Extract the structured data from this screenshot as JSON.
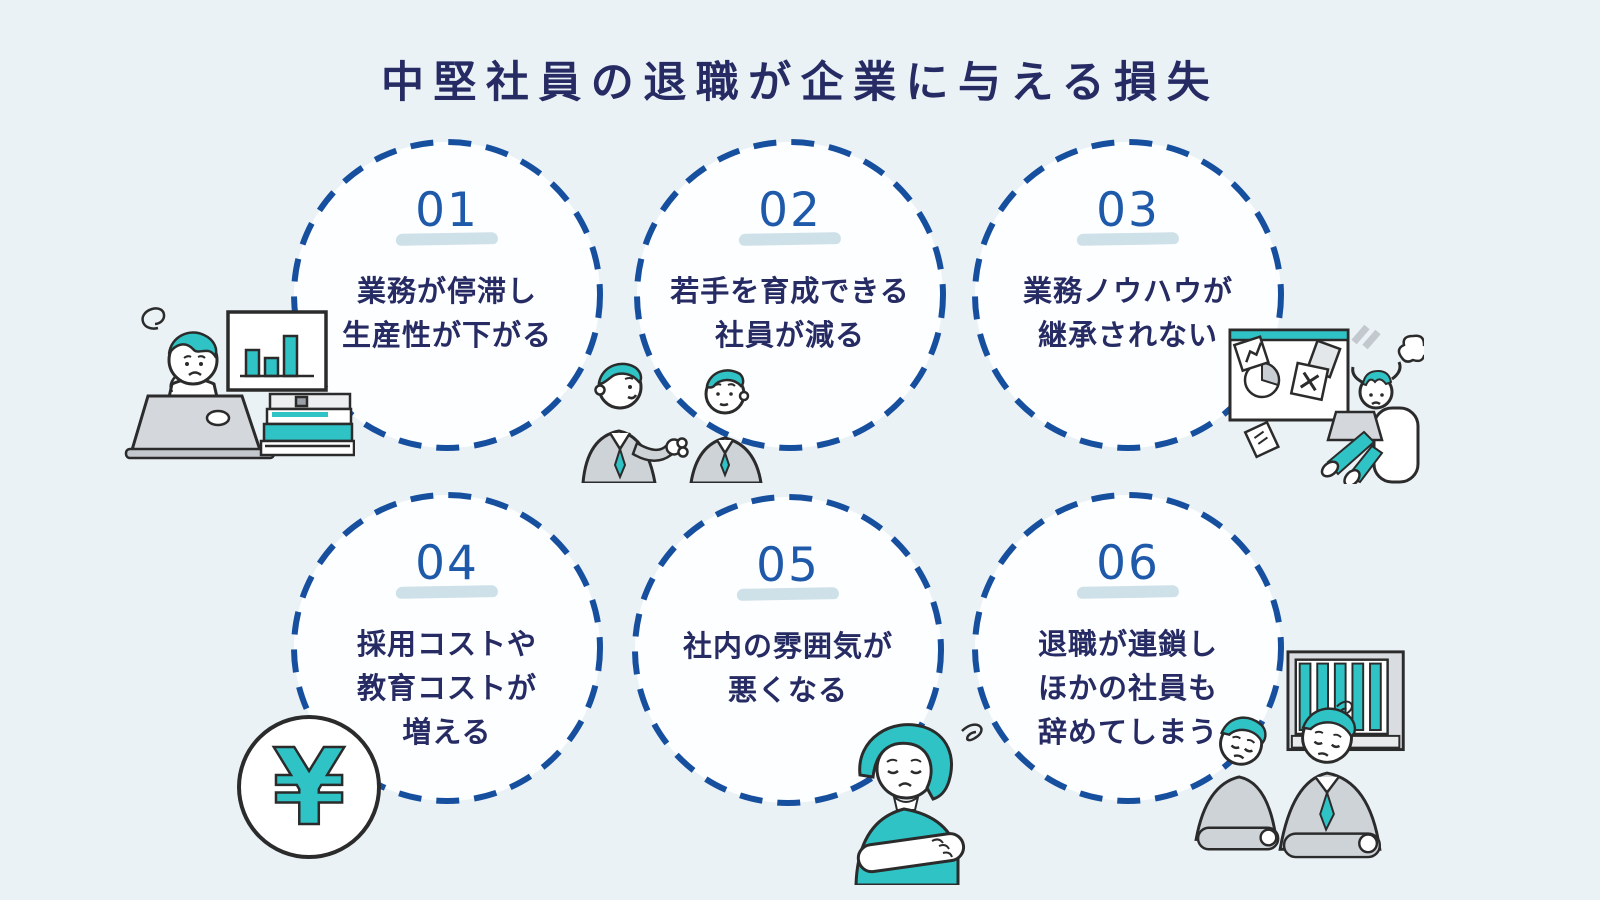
{
  "page": {
    "title": "中堅社員の退職が企業に与える損失",
    "background_color": "#eaf2f6"
  },
  "colors": {
    "title_text": "#262b63",
    "card_text": "#262b63",
    "number_text": "#1e5aa9",
    "number_underline": "#c6dbe4",
    "circle_border": "#174f9f",
    "circle_fill": "#fdfeff",
    "accent_teal": "#30c3c6",
    "suit_gray": "#ced3d8",
    "outline": "#2b2b2b"
  },
  "yen_symbol": "¥",
  "items": [
    {
      "number": "01",
      "lines": [
        "業務が停滞し",
        "生産性が下がる"
      ],
      "illustration": "stressed-worker-at-laptop"
    },
    {
      "number": "02",
      "lines": [
        "若手を育成できる",
        "社員が減る"
      ],
      "illustration": "two-businessmen-talking"
    },
    {
      "number": "03",
      "lines": [
        "業務ノウハウが",
        "継承されない"
      ],
      "illustration": "frustrated-worker-messy-whiteboard"
    },
    {
      "number": "04",
      "lines": [
        "採用コストや",
        "教育コストが",
        "増える"
      ],
      "illustration": "yen-coin"
    },
    {
      "number": "05",
      "lines": [
        "社内の雰囲気が",
        "悪くなる"
      ],
      "illustration": "worried-woman-crossed-arms"
    },
    {
      "number": "06",
      "lines": [
        "退職が連鎖し",
        "ほかの社員も",
        "辞めてしまう"
      ],
      "illustration": "two-dejected-employees-office"
    }
  ]
}
